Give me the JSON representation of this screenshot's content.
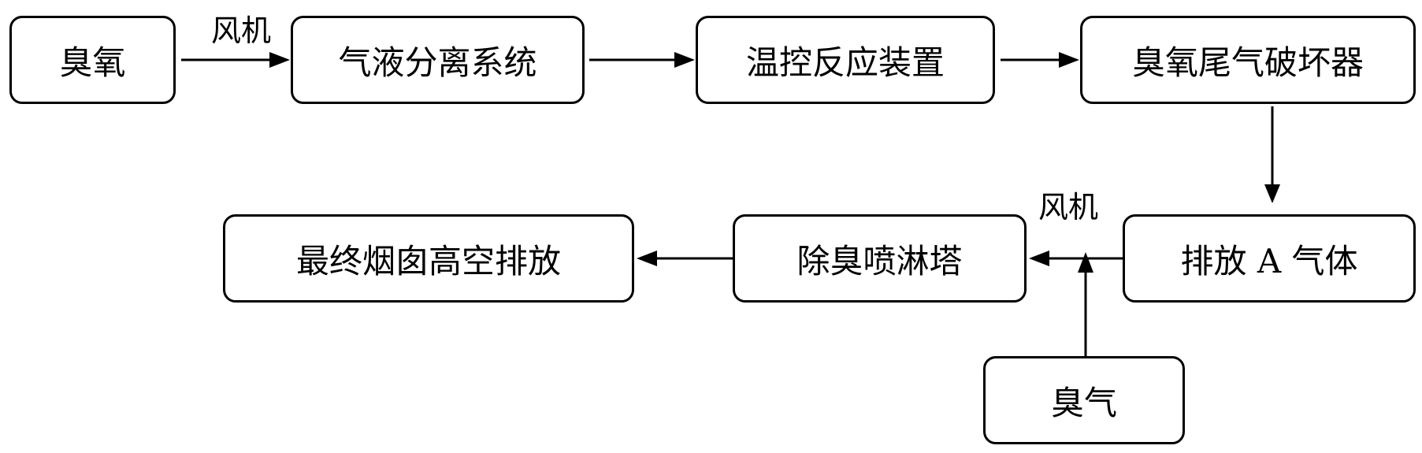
{
  "nodes": {
    "ozone": "臭氧",
    "gas_liquid": "气液分离系统",
    "temp_control": "温控反应装置",
    "tail_destroyer": "臭氧尾气破坏器",
    "discharge_a": "排放 A 气体",
    "deodor_tower": "除臭喷淋塔",
    "chimney": "最终烟囱高空排放",
    "odor_gas": "臭气"
  },
  "labels": {
    "fan_top": "风机",
    "fan_bottom": "风机"
  }
}
